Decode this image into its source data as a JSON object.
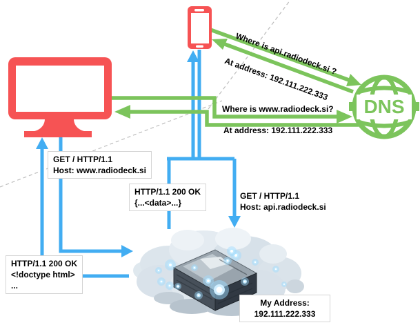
{
  "diagram": {
    "description": "DNS resolution and HTTP request flow diagram",
    "colors": {
      "client_red": "#f65354",
      "dns_green": "#7cc45c",
      "http_blue": "#42adf2",
      "box_border": "#d4d4d4",
      "text": "#000000"
    },
    "nodes": {
      "client_desktop": {
        "icon": "monitor-icon"
      },
      "client_phone": {
        "icon": "smartphone-icon"
      },
      "dns_server": {
        "icon": "dns-globe-icon",
        "label": "DNS"
      },
      "web_server": {
        "icon": "cloud-server-icon",
        "address": "My Address:\n192.111.222.333"
      }
    },
    "messages": {
      "dns_query_api": "Where is api.radiodeck.si ?",
      "dns_answer_api": "At address: 192.111.222.333",
      "dns_query_www": "Where is www.radiodeck.si?",
      "dns_answer_www": "At address: 192.111.222.333",
      "http_request_www": "GET / HTTP/1.1\nHost: www.radiodeck.si",
      "http_response_www": "HTTP/1.1 200 OK\n<!doctype html>\n...",
      "http_request_api": "GET / HTTP/1.1\nHost: api.radiodeck.si",
      "http_response_api": "HTTP/1.1 200 OK\n{...<data>...}"
    }
  }
}
